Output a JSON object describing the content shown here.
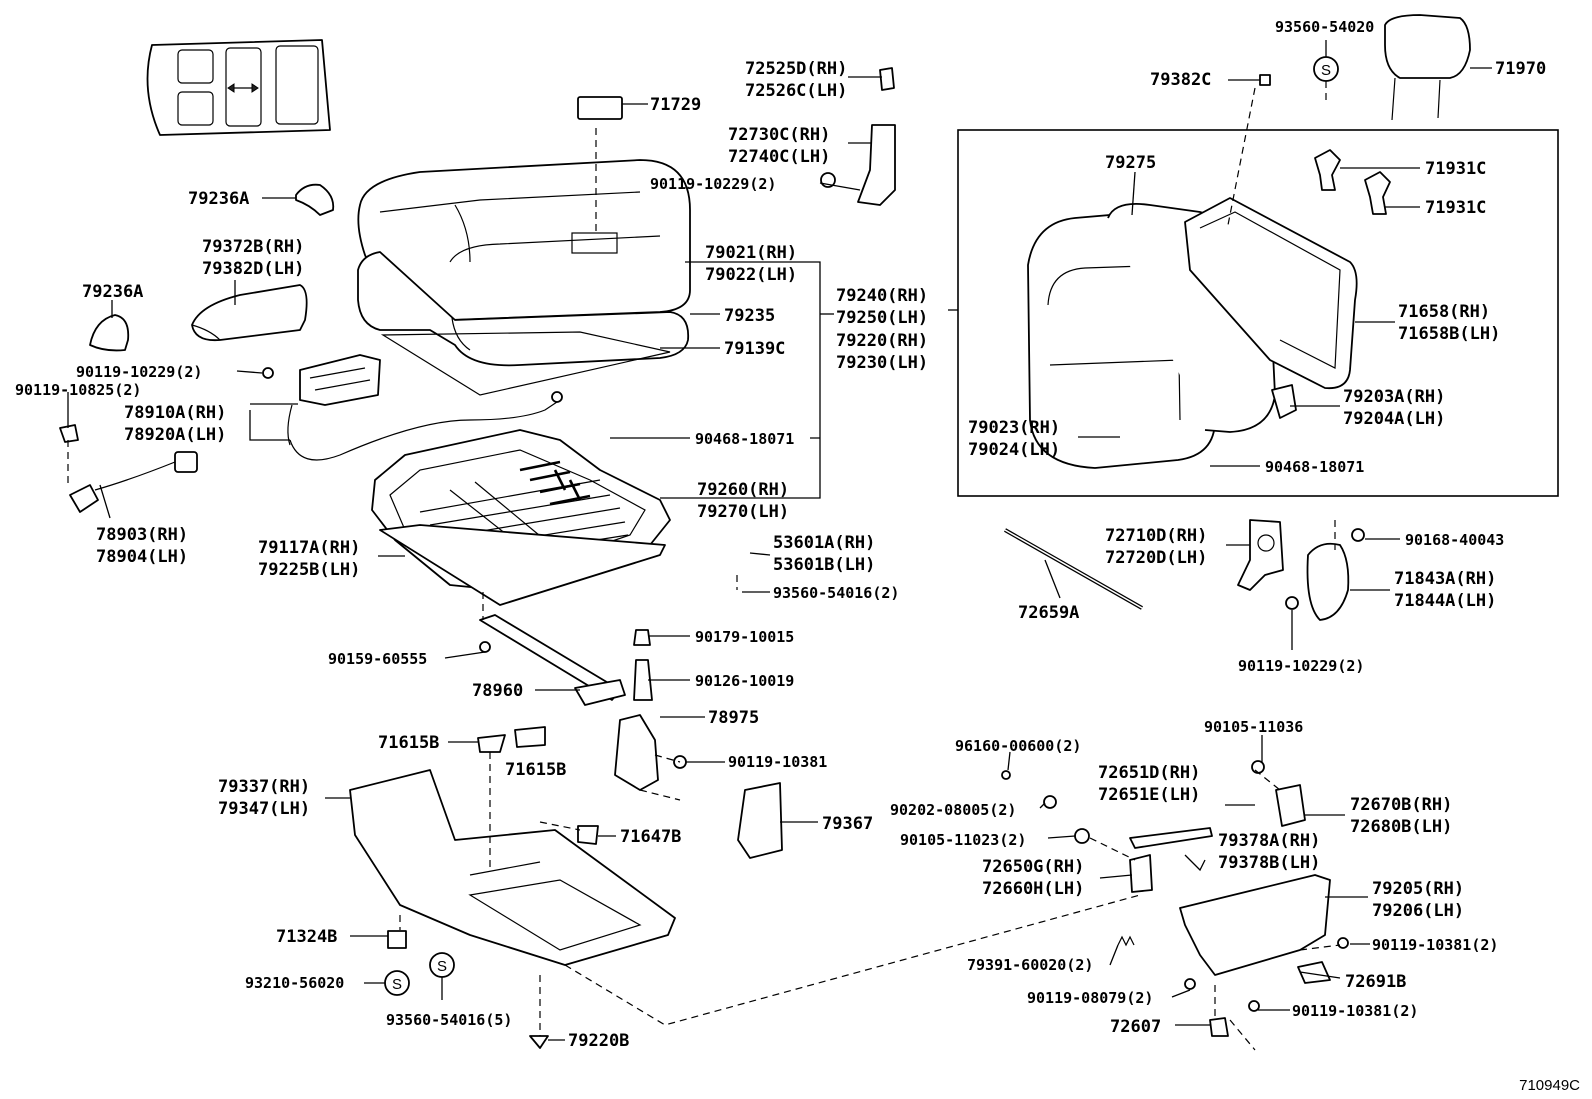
{
  "diagram": {
    "drawing_ref": "710949C",
    "labels": [
      {
        "id": "p71729",
        "lines": [
          "71729"
        ]
      },
      {
        "id": "p72525",
        "lines": [
          "72525D(RH)",
          "72526C(LH)"
        ]
      },
      {
        "id": "p72730",
        "lines": [
          "72730C(RH)",
          "72740C(LH)"
        ]
      },
      {
        "id": "p90119a",
        "lines": [
          "90119-10229(2)"
        ]
      },
      {
        "id": "p79236a1",
        "lines": [
          "79236A"
        ]
      },
      {
        "id": "p79372",
        "lines": [
          "79372B(RH)",
          "79382D(LH)"
        ]
      },
      {
        "id": "p79236a2",
        "lines": [
          "79236A"
        ]
      },
      {
        "id": "p90119b",
        "lines": [
          "90119-10229(2)"
        ]
      },
      {
        "id": "p90119c",
        "lines": [
          "90119-10825(2)"
        ]
      },
      {
        "id": "p78910",
        "lines": [
          "78910A(RH)",
          "78920A(LH)"
        ]
      },
      {
        "id": "p78903",
        "lines": [
          "78903(RH)",
          "78904(LH)"
        ]
      },
      {
        "id": "p79021",
        "lines": [
          "79021(RH)",
          "79022(LH)"
        ]
      },
      {
        "id": "p79235",
        "lines": [
          "79235"
        ]
      },
      {
        "id": "p79139",
        "lines": [
          "79139C"
        ]
      },
      {
        "id": "p79240",
        "lines": [
          "79240(RH)",
          "79250(LH)"
        ]
      },
      {
        "id": "p79220",
        "lines": [
          "79220(RH)",
          "79230(LH)"
        ]
      },
      {
        "id": "p90468a",
        "lines": [
          "90468-18071"
        ]
      },
      {
        "id": "p79260",
        "lines": [
          "79260(RH)",
          "79270(LH)"
        ]
      },
      {
        "id": "p79117",
        "lines": [
          "79117A(RH)",
          "79225B(LH)"
        ]
      },
      {
        "id": "p53601",
        "lines": [
          "53601A(RH)",
          "53601B(LH)"
        ]
      },
      {
        "id": "p93560a",
        "lines": [
          "93560-54016(2)"
        ]
      },
      {
        "id": "p90179",
        "lines": [
          "90179-10015"
        ]
      },
      {
        "id": "p90159",
        "lines": [
          "90159-60555"
        ]
      },
      {
        "id": "p90126",
        "lines": [
          "90126-10019"
        ]
      },
      {
        "id": "p78960",
        "lines": [
          "78960"
        ]
      },
      {
        "id": "p78975",
        "lines": [
          "78975"
        ]
      },
      {
        "id": "p71615a",
        "lines": [
          "71615B"
        ]
      },
      {
        "id": "p71615b",
        "lines": [
          "71615B"
        ]
      },
      {
        "id": "p90119d",
        "lines": [
          "90119-10381"
        ]
      },
      {
        "id": "p79337",
        "lines": [
          "79337(RH)",
          "79347(LH)"
        ]
      },
      {
        "id": "p71647",
        "lines": [
          "71647B"
        ]
      },
      {
        "id": "p79367",
        "lines": [
          "79367"
        ]
      },
      {
        "id": "p71324",
        "lines": [
          "71324B"
        ]
      },
      {
        "id": "p93210",
        "lines": [
          "93210-56020"
        ]
      },
      {
        "id": "p93560b",
        "lines": [
          "93560-54016(5)"
        ]
      },
      {
        "id": "p79220b",
        "lines": [
          "79220B"
        ]
      },
      {
        "id": "p93560c",
        "lines": [
          "93560-54020"
        ]
      },
      {
        "id": "p79382c",
        "lines": [
          "79382C"
        ]
      },
      {
        "id": "p71970",
        "lines": [
          "71970"
        ]
      },
      {
        "id": "p79275",
        "lines": [
          "79275"
        ]
      },
      {
        "id": "p71931a",
        "lines": [
          "71931C"
        ]
      },
      {
        "id": "p71931b",
        "lines": [
          "71931C"
        ]
      },
      {
        "id": "p71658",
        "lines": [
          "71658(RH)",
          "71658B(LH)"
        ]
      },
      {
        "id": "p79203",
        "lines": [
          "79203A(RH)",
          "79204A(LH)"
        ]
      },
      {
        "id": "p79023",
        "lines": [
          "79023(RH)",
          "79024(LH)"
        ]
      },
      {
        "id": "p90468b",
        "lines": [
          "90468-18071"
        ]
      },
      {
        "id": "p72710",
        "lines": [
          "72710D(RH)",
          "72720D(LH)"
        ]
      },
      {
        "id": "p90168",
        "lines": [
          "90168-40043"
        ]
      },
      {
        "id": "p72659",
        "lines": [
          "72659A"
        ]
      },
      {
        "id": "p71843",
        "lines": [
          "71843A(RH)",
          "71844A(LH)"
        ]
      },
      {
        "id": "p90119e",
        "lines": [
          "90119-10229(2)"
        ]
      },
      {
        "id": "p90105a",
        "lines": [
          "90105-11036"
        ]
      },
      {
        "id": "p96160",
        "lines": [
          "96160-00600(2)"
        ]
      },
      {
        "id": "p72651",
        "lines": [
          "72651D(RH)",
          "72651E(LH)"
        ]
      },
      {
        "id": "p72670",
        "lines": [
          "72670B(RH)",
          "72680B(LH)"
        ]
      },
      {
        "id": "p90202",
        "lines": [
          "90202-08005(2)"
        ]
      },
      {
        "id": "p90105b",
        "lines": [
          "90105-11023(2)"
        ]
      },
      {
        "id": "p79378",
        "lines": [
          "79378A(RH)",
          "79378B(LH)"
        ]
      },
      {
        "id": "p72650",
        "lines": [
          "72650G(RH)",
          "72660H(LH)"
        ]
      },
      {
        "id": "p79205",
        "lines": [
          "79205(RH)",
          "79206(LH)"
        ]
      },
      {
        "id": "p90119f",
        "lines": [
          "90119-10381(2)"
        ]
      },
      {
        "id": "p79391",
        "lines": [
          "79391-60020(2)"
        ]
      },
      {
        "id": "p72691",
        "lines": [
          "72691B"
        ]
      },
      {
        "id": "p90119g",
        "lines": [
          "90119-08079(2)"
        ]
      },
      {
        "id": "p90119h",
        "lines": [
          "90119-10381(2)"
        ]
      },
      {
        "id": "p72607",
        "lines": [
          "72607"
        ]
      }
    ],
    "symbols": {
      "standard_part_mark": "S"
    }
  }
}
